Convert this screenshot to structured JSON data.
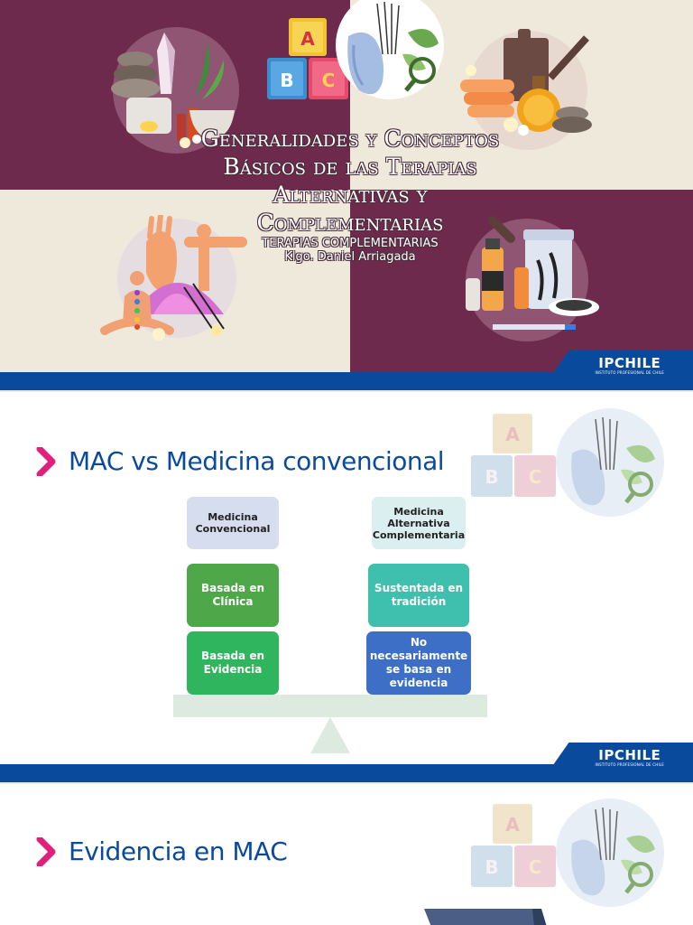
{
  "slide1": {
    "title": "Generalidades y Conceptos Básicos de las Terapias Alternativas y Complementarias",
    "subtitle": "TERAPIAS COMPLEMENTARIAS",
    "author": "Klgo. Daniel Arriagada",
    "block_letters": [
      "A",
      "B",
      "C"
    ]
  },
  "brand": {
    "name": "IPCHILE",
    "tagline": "INSTITUTO PROFESIONAL DE CHILE"
  },
  "slide2": {
    "heading": "MAC vs Medicina convencional",
    "left_header": "Medicina Convencional",
    "right_header": "Medicina Alternativa Complementaria",
    "left_items": [
      "Basada en Clínica",
      "Basada en Evidencia"
    ],
    "right_items": [
      "Sustentada en tradición",
      "No necesariamente se basa en evidencia"
    ],
    "block_letters": [
      "A",
      "B",
      "C"
    ]
  },
  "slide3": {
    "heading": "Evidencia en MAC",
    "block_letters": [
      "A",
      "B",
      "C"
    ]
  },
  "colors": {
    "plum": "#6e2a4c",
    "cream": "#efe9dc",
    "brand_blue": "#0a4a9c",
    "accent_pink": "#e0207a"
  }
}
